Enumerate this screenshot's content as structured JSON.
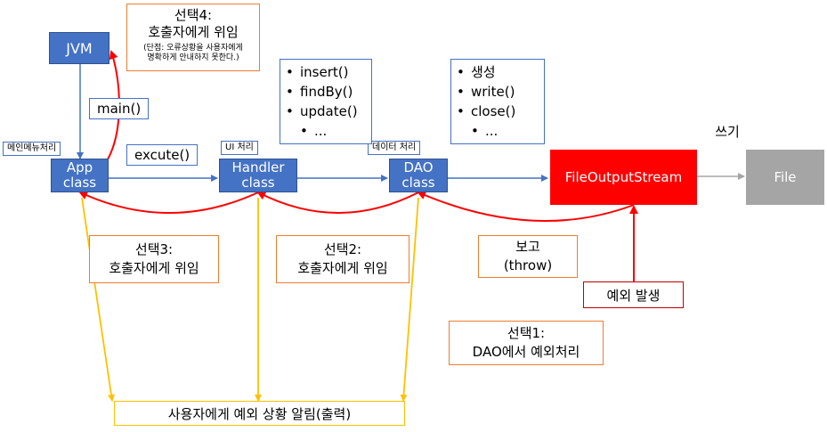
{
  "nodes": {
    "jvm": "JVM",
    "app": [
      "App",
      "class"
    ],
    "handler": [
      "Handler",
      "class"
    ],
    "dao": [
      "DAO",
      "class"
    ],
    "fos": "FileOutputStream",
    "file": "File"
  },
  "tags": {
    "app": "메인메뉴처리",
    "handler": "UI 처리",
    "dao": "데이터 처리"
  },
  "labels": {
    "main": "main()",
    "excute": "excute()",
    "write_label": "쓰기",
    "report": [
      "보고",
      "(throw)"
    ],
    "exception": "예외 발생"
  },
  "handler_methods": [
    "insert()",
    "findBy()",
    "update()",
    "..."
  ],
  "stream_methods": [
    "생성",
    "write()",
    "close()",
    "..."
  ],
  "choices": {
    "choice4": {
      "title": "선택4:",
      "subtitle": "호출자에게 위임",
      "note": [
        "(단점: 오류상황을 사용자에게",
        "명확하게 안내하지 못한다.)"
      ]
    },
    "choice3": [
      "선택3:",
      "호출자에게 위임"
    ],
    "choice2": [
      "선택2:",
      "호출자에게 위임"
    ],
    "choice1": [
      "선택1:",
      "DAO에서 예외처리"
    ]
  },
  "bottom": "사용자에게 예외 상황 알림(출력)",
  "colors": {
    "blue": "#4472c4",
    "red": "#ff0000",
    "gray": "#a5a5a5",
    "orange": "#ed7d31",
    "yellow": "#ffc000"
  }
}
